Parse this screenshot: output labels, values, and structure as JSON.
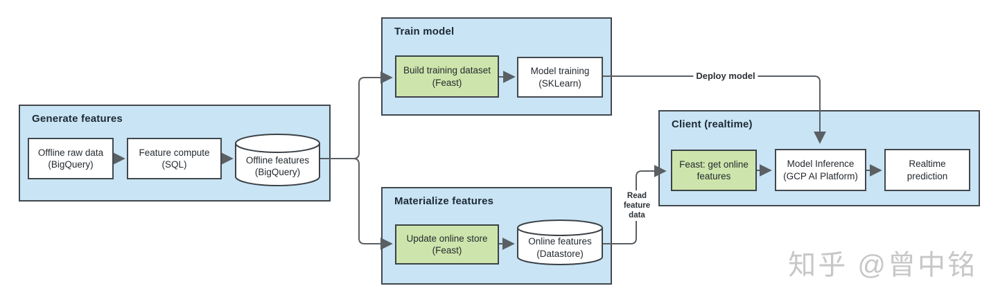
{
  "diagram": {
    "groups": {
      "generate": {
        "title": "Generate features"
      },
      "train": {
        "title": "Train model"
      },
      "materialize": {
        "title": "Materialize features"
      },
      "client": {
        "title": "Client (realtime)"
      }
    },
    "nodes": {
      "offline_raw": {
        "label": "Offline raw data\n(BigQuery)",
        "shape": "rect",
        "fill": "#ffffff"
      },
      "feature_compute": {
        "label": "Feature compute\n(SQL)",
        "shape": "rect",
        "fill": "#ffffff"
      },
      "offline_features": {
        "label": "Offline features\n(BigQuery)",
        "shape": "cylinder",
        "fill": "#ffffff"
      },
      "build_training": {
        "label": "Build training dataset\n(Feast)",
        "shape": "rect",
        "fill": "#cde5ac"
      },
      "model_training": {
        "label": "Model training\n(SKLearn)",
        "shape": "rect",
        "fill": "#ffffff"
      },
      "update_online": {
        "label": "Update online store\n(Feast)",
        "shape": "rect",
        "fill": "#cde5ac"
      },
      "online_features": {
        "label": "Online features\n(Datastore)",
        "shape": "cylinder",
        "fill": "#ffffff"
      },
      "feast_get_online": {
        "label": "Feast: get online\nfeatures",
        "shape": "rect",
        "fill": "#cde5ac"
      },
      "model_inference": {
        "label": "Model Inference\n(GCP AI Platform)",
        "shape": "rect",
        "fill": "#ffffff"
      },
      "realtime_prediction": {
        "label": "Realtime\nprediction",
        "shape": "rect",
        "fill": "#ffffff"
      }
    },
    "edge_labels": {
      "deploy_model": "Deploy model",
      "read_feature_data": "Read\nfeature\ndata"
    },
    "colors": {
      "group_fill": "#c9e4f4",
      "green_fill": "#cde5ac",
      "node_fill": "#ffffff",
      "border": "#41474d",
      "arrow": "#5a5f63",
      "text": "#24292e",
      "watermark": "#c7c7c7"
    }
  },
  "watermark": {
    "text": "知乎 @曾中铭"
  }
}
